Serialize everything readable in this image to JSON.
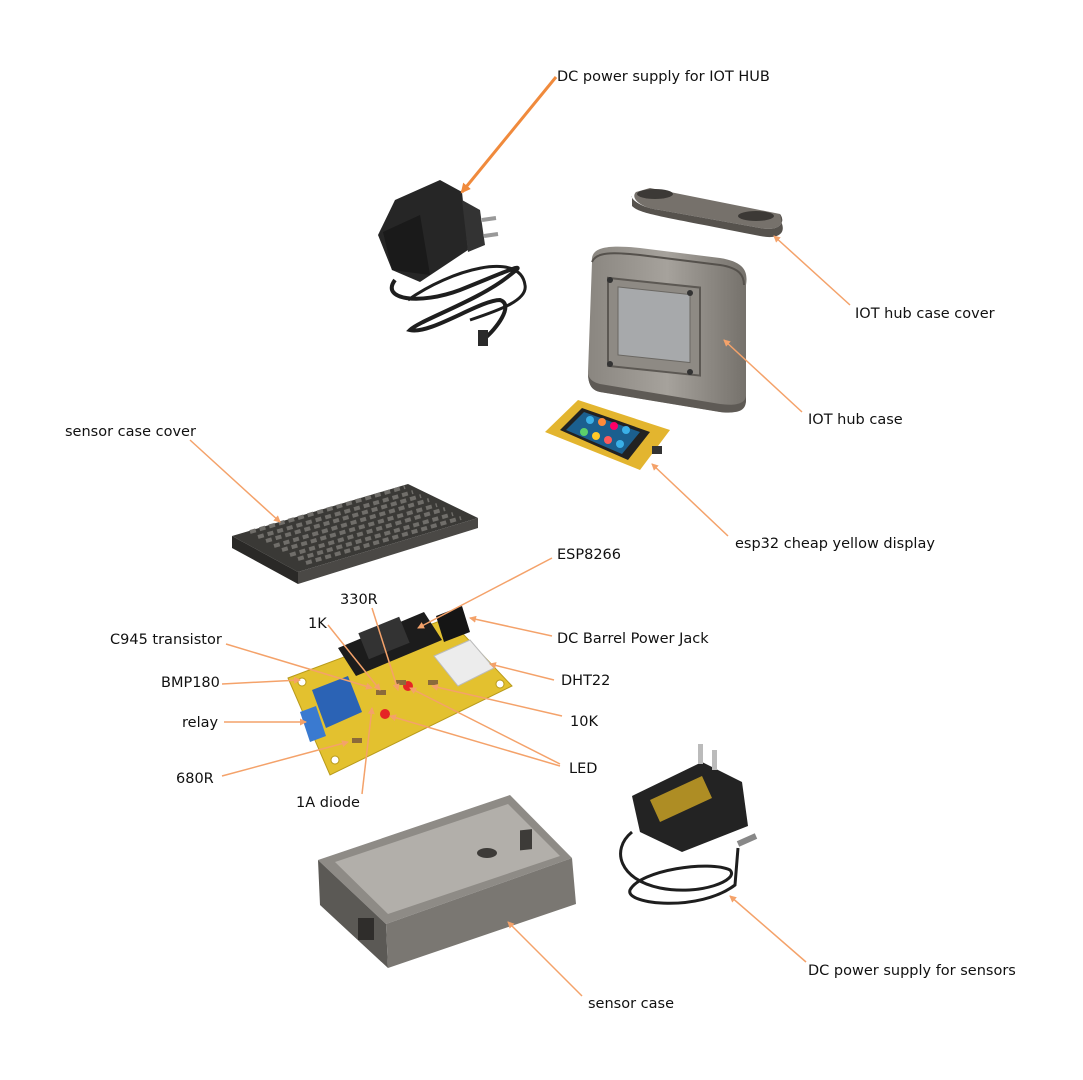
{
  "labels": {
    "dc_power_hub": "DC power supply for IOT HUB",
    "hub_case_cover": "IOT hub case cover",
    "hub_case": "IOT hub case",
    "sensor_case_cover": "sensor case cover",
    "esp32_display": "esp32 cheap yellow display",
    "esp8266": "ESP8266",
    "r330": "330R",
    "r1k": "1K",
    "c945": "C945 transistor",
    "dc_jack": "DC Barrel Power Jack",
    "bmp180": "BMP180",
    "dht22": "DHT22",
    "relay": "relay",
    "r10k": "10K",
    "r680": "680R",
    "led": "LED",
    "diode": "1A diode",
    "sensor_case": "sensor case",
    "dc_power_sensors": "DC power supply for sensors"
  },
  "colors": {
    "leader_line": "#f4a26a",
    "hub_arrow": "#f08a3c",
    "pcb_yellow": "#e3c12f",
    "case_gray": "#6f6b66",
    "adapter_black": "#262626"
  }
}
